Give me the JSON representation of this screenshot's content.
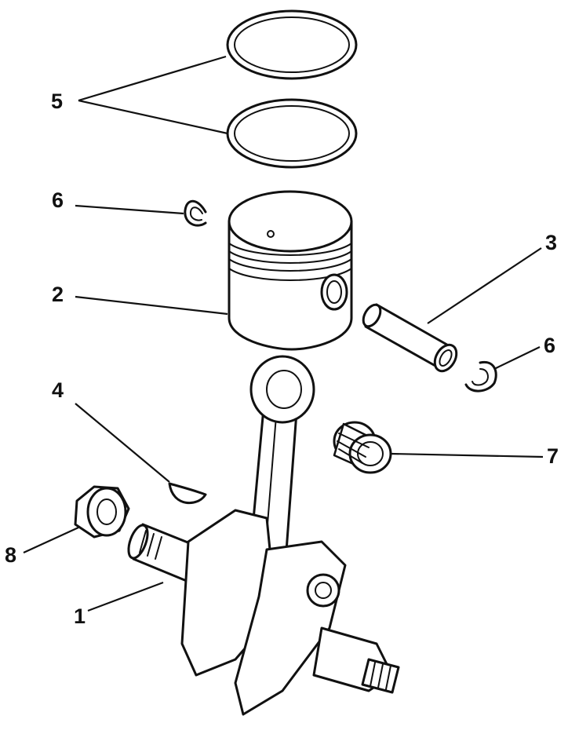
{
  "colors": {
    "ink": "#111111",
    "background": "#ffffff"
  },
  "callouts": {
    "crankshaft": "1",
    "piston": "2",
    "piston_pin": "3",
    "woodruff_key": "4",
    "piston_rings": "5",
    "circlip_left": "6",
    "circlip_right": "6",
    "needle_bearing": "7",
    "flywheel_nut": "8"
  }
}
